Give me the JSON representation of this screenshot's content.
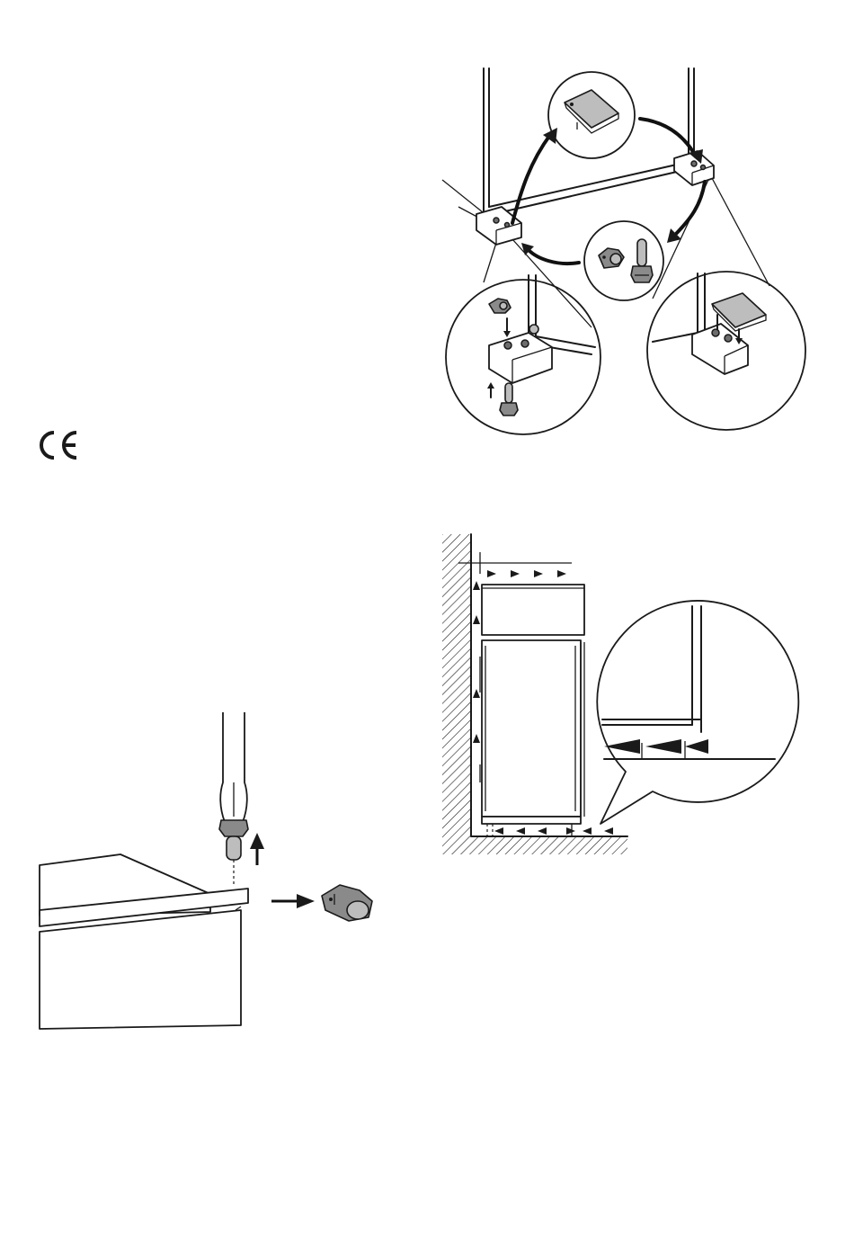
{
  "marks": {
    "conformity_mark": "CE"
  },
  "figures": [
    {
      "id": "hinge-swap-diagram",
      "items": [
        "appliance",
        "hinge-blocks",
        "hinge-plate",
        "hinge-pin",
        "door-stop",
        "detail-circles"
      ]
    },
    {
      "id": "ventilation-diagram",
      "items": [
        "wall",
        "floor",
        "cabinet",
        "airflow-arrows",
        "zoom-detail"
      ]
    },
    {
      "id": "door-stop-removal-diagram",
      "items": [
        "screwdriver",
        "door-top",
        "door-stop"
      ]
    }
  ]
}
